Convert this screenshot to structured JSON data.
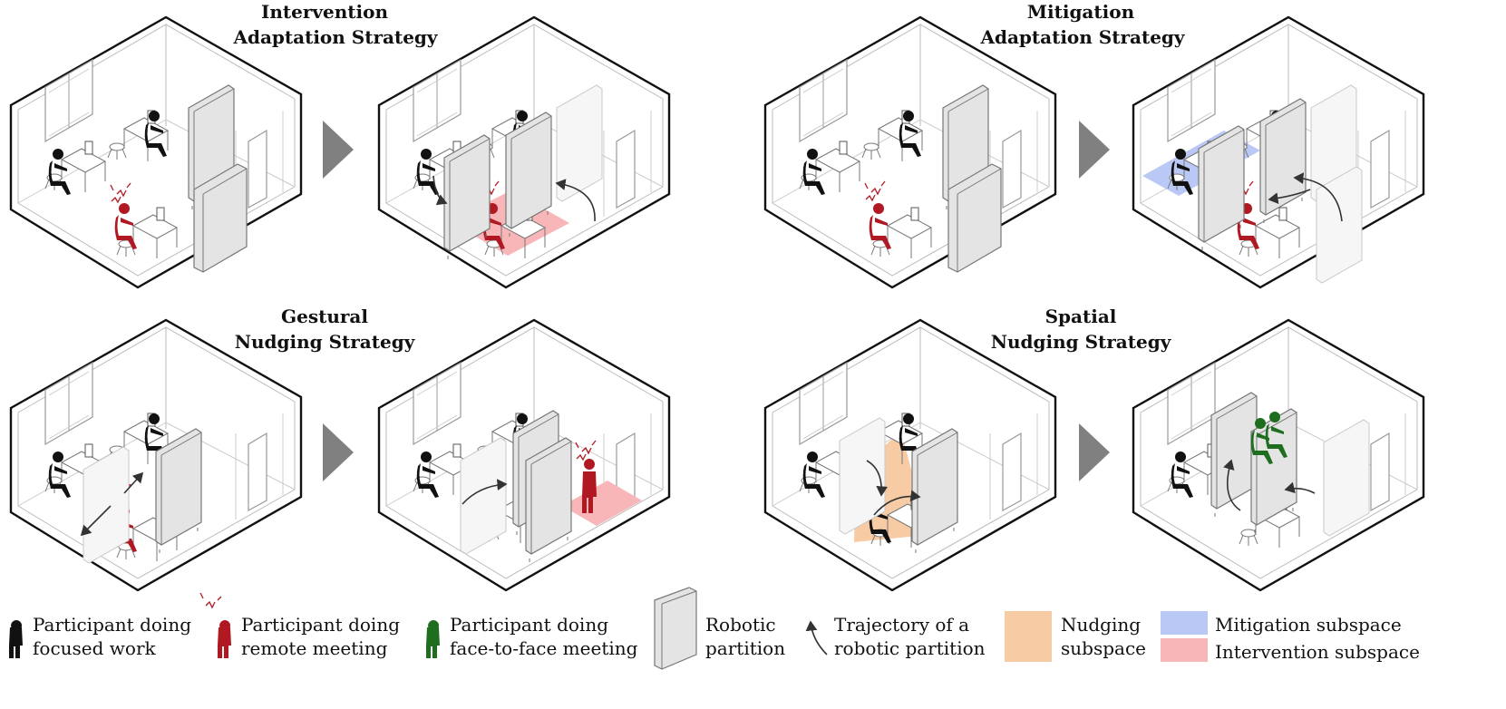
{
  "panels": [
    {
      "title_line1": "Intervention",
      "title_line2": "Adaptation Strategy"
    },
    {
      "title_line1": "Mitigation",
      "title_line2": "Adaptation Strategy"
    },
    {
      "title_line1": "Gestural",
      "title_line2": "Nudging Strategy"
    },
    {
      "title_line1": "Spatial",
      "title_line2": "Nudging Strategy"
    }
  ],
  "legend": {
    "focused": {
      "line1": "Participant doing",
      "line2": "focused work"
    },
    "remote": {
      "line1": "Participant doing",
      "line2": "remote meeting"
    },
    "face": {
      "line1": "Participant doing",
      "line2": "face-to-face meeting"
    },
    "partition": {
      "line1": "Robotic",
      "line2": "partition"
    },
    "trajectory": {
      "line1": "Trajectory of a",
      "line2": "robotic partition"
    },
    "nudging": {
      "line1": "Nudging",
      "line2": "subspace"
    },
    "mitigation": "Mitigation subspace",
    "intervention": "Intervention subspace"
  },
  "colors": {
    "focused_person": "#111111",
    "remote_person": "#b01822",
    "face_person": "#1f6d1f",
    "partition_fill": "#e4e4e4",
    "nudging_subspace": "#f7cba4",
    "mitigation_subspace": "#b9c8f4",
    "intervention_subspace": "#f9b6b8",
    "arrow_triangle": "#808080"
  }
}
